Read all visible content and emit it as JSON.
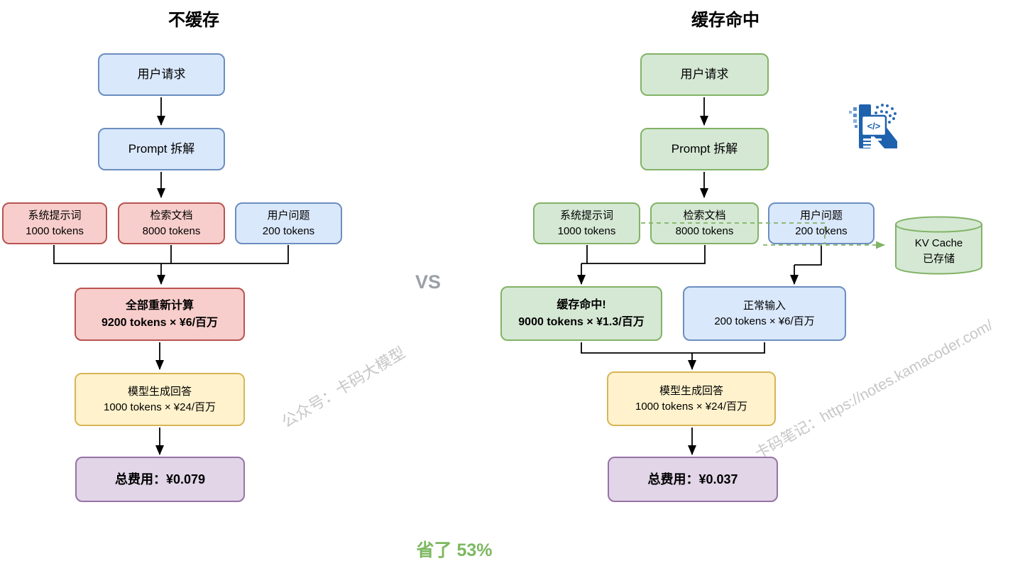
{
  "diagram": {
    "left": {
      "title": "不缓存",
      "user_request": "用户请求",
      "prompt_split": "Prompt 拆解",
      "system_prompt": {
        "line1": "系统提示词",
        "line2": "1000 tokens"
      },
      "retrieved_docs": {
        "line1": "检索文档",
        "line2": "8000 tokens"
      },
      "user_question": {
        "line1": "用户问题",
        "line2": "200 tokens"
      },
      "recompute": {
        "line1": "全部重新计算",
        "line2": "9200 tokens × ¥6/百万"
      },
      "generate": {
        "line1": "模型生成回答",
        "line2": "1000 tokens × ¥24/百万"
      },
      "total": "总费用：¥0.079"
    },
    "right": {
      "title": "缓存命中",
      "user_request": "用户请求",
      "prompt_split": "Prompt 拆解",
      "system_prompt": {
        "line1": "系统提示词",
        "line2": "1000 tokens"
      },
      "retrieved_docs": {
        "line1": "检索文档",
        "line2": "8000 tokens"
      },
      "user_question": {
        "line1": "用户问题",
        "line2": "200 tokens"
      },
      "cache_hit": {
        "line1": "缓存命中!",
        "line2": "9000 tokens × ¥1.3/百万"
      },
      "normal_input": {
        "line1": "正常输入",
        "line2": "200 tokens × ¥6/百万"
      },
      "generate": {
        "line1": "模型生成回答",
        "line2": "1000 tokens × ¥24/百万"
      },
      "total": "总费用：¥0.037",
      "kv_cache": {
        "line1": "KV Cache",
        "line2": "已存储"
      }
    },
    "vs_label": "VS",
    "savings_label": "省了 53%"
  },
  "watermarks": {
    "left": "公众号：卡码大模型",
    "right": "卡码笔记：https://notes.kamacoder.com/"
  },
  "logo": {
    "code_glyph": "</>"
  },
  "colors": {
    "blue_fill": "#dae8fc",
    "blue_stroke": "#6c8ebf",
    "red_fill": "#f8cecc",
    "red_stroke": "#b85450",
    "green_fill": "#d5e8d4",
    "green_stroke": "#82b366",
    "yellow_fill": "#fff2cc",
    "yellow_stroke": "#d6b656",
    "purple_fill": "#e1d5e7",
    "purple_stroke": "#9673a6",
    "savings_green": "#7cb860",
    "vs_gray": "#9aa0a6",
    "watermark_gray": "#c6c6c6",
    "arrow_black": "#000000",
    "logo_blue": "#1e62ae"
  }
}
